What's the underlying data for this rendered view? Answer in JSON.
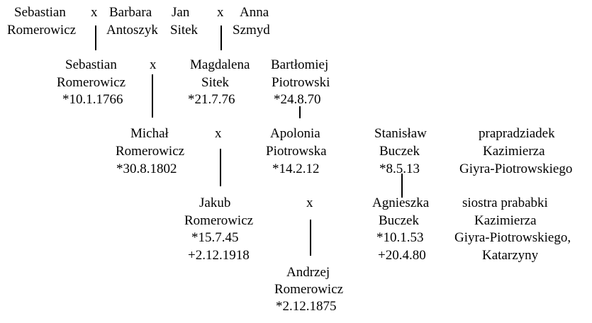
{
  "generation1": {
    "left_couple": {
      "husband": [
        "Sebastian",
        "Romerowicz"
      ],
      "marriage": "x",
      "wife": [
        "Barbara",
        "Antoszyk"
      ]
    },
    "right_couple": {
      "husband": [
        "Jan",
        "Sitek"
      ],
      "marriage": "x",
      "wife": [
        "Anna",
        "Szmyd"
      ]
    }
  },
  "generation2": {
    "sebastian": [
      "Sebastian",
      "Romerowicz",
      "*10.1.1766"
    ],
    "marriage": "x",
    "magdalena": [
      "Magdalena",
      "Sitek",
      "*21.7.76"
    ],
    "bartlomiej": [
      "Bartłomiej",
      "Piotrowski",
      "*24.8.70"
    ]
  },
  "generation3": {
    "michal": [
      "Michał",
      "Romerowicz",
      "*30.8.1802"
    ],
    "marriage": "x",
    "apolonia": [
      "Apolonia",
      "Piotrowska",
      "*14.2.12"
    ],
    "stanislaw": [
      "Stanisław",
      "Buczek",
      "*8.5.13"
    ],
    "note": [
      "prapradziadek",
      "Kazimierza",
      "Giyra-Piotrowskiego"
    ]
  },
  "generation4": {
    "jakub": [
      "Jakub",
      "Romerowicz",
      "*15.7.45",
      "+2.12.1918"
    ],
    "marriage": "x",
    "agnieszka": [
      "Agnieszka",
      "Buczek",
      "*10.1.53",
      "+20.4.80"
    ],
    "note": [
      "siostra prababki",
      "Kazimierza",
      "Giyra-Piotrowskiego,",
      "Katarzyny"
    ]
  },
  "generation5": {
    "andrzej": [
      "Andrzej",
      "Romerowicz",
      "*2.12.1875"
    ]
  }
}
